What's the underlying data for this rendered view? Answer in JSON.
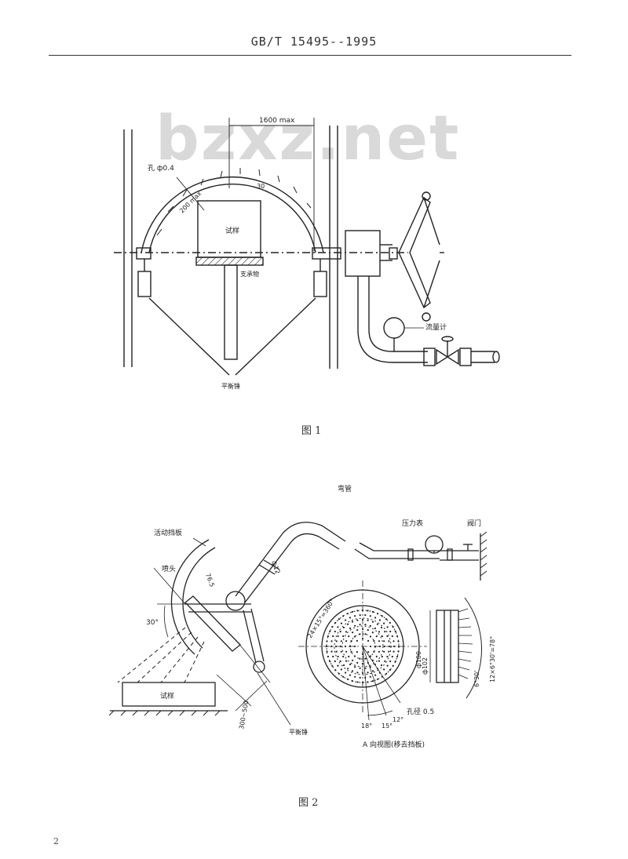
{
  "header": {
    "standard_number": "GB/T 15495--1995"
  },
  "watermark": "bzxz.net",
  "figure1": {
    "caption": "图 1",
    "labels": {
      "dimension_top": "1600 max",
      "dimension_radius": "200 max",
      "mark_tick": "30",
      "hole_spec": "孔 ф0.4",
      "specimen": "试样",
      "support": "支承物",
      "counterweight": "平衡锤",
      "flowmeter": "流量计"
    }
  },
  "figure2": {
    "caption": "图 2",
    "labels": {
      "bent_pipe": "弯管",
      "pressure_gauge": "压力表",
      "valve": "阀门",
      "shield": "活动挡板",
      "nozzle": "喷头",
      "angle_30": "30°",
      "dim_76": "76.5",
      "dim_d": "ф12",
      "specimen": "试样",
      "distance": "300~500",
      "counterweight": "平衡锤",
      "dim_outer_ring": "24×15°=360°",
      "dim_102": "ф102",
      "dim_100": "ф100",
      "hole_dia": "孔径 0.5",
      "angle_12": "12°",
      "angle_18": "18°",
      "angle_15": "15°",
      "side_dim1": "6°30'",
      "side_dim2": "12×6°30'=78°",
      "view_label": "A 向视图(移去挡板)"
    }
  },
  "page_number": "2"
}
